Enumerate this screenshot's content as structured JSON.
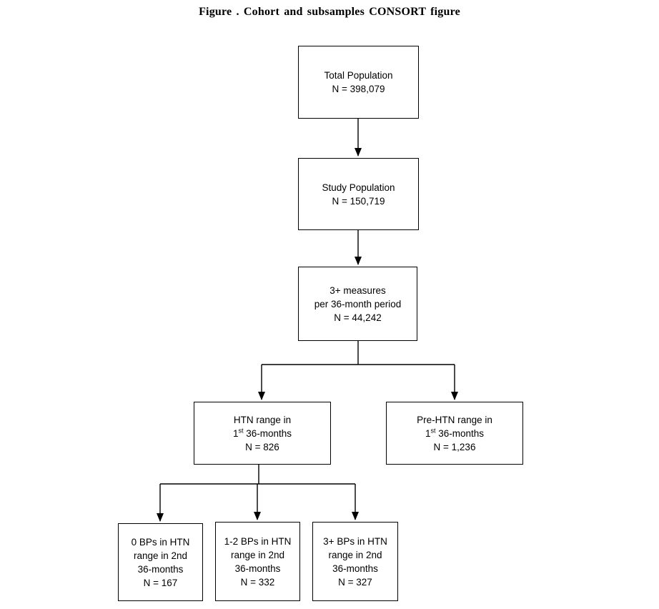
{
  "title": "Figure . Cohort and subsamples CONSORT figure",
  "colors": {
    "background": "#ffffff",
    "box_border": "#000000",
    "text": "#000000",
    "connector": "#000000"
  },
  "boxes": {
    "total_population": {
      "line1": "Total Population",
      "line2": "N = 398,079"
    },
    "study_population": {
      "line1": "Study Population",
      "line2": "N = 150,719"
    },
    "measures": {
      "line1": "3+ measures",
      "line2": "per 36-month period",
      "line3": "N = 44,242"
    },
    "htn_range": {
      "line1": "HTN range in",
      "line2_num": "1",
      "line2_sup": "st",
      "line2_rest": " 36-months",
      "line3": "N = 826"
    },
    "pre_htn_range": {
      "line1": "Pre-HTN range in",
      "line2_num": "1",
      "line2_sup": "st",
      "line2_rest": " 36-months",
      "line3": "N = 1,236"
    },
    "zero_bps": {
      "line1": "0 BPs in HTN",
      "line2": "range in 2nd",
      "line3": "36-months",
      "line4": "N = 167"
    },
    "one_two_bps": {
      "line1": "1-2 BPs in HTN",
      "line2": "range in 2nd",
      "line3": "36-months",
      "line4": "N = 332"
    },
    "three_plus_bps": {
      "line1": "3+ BPs in HTN",
      "line2": "range in 2nd",
      "line3": "36-months",
      "line4": "N = 327"
    }
  }
}
